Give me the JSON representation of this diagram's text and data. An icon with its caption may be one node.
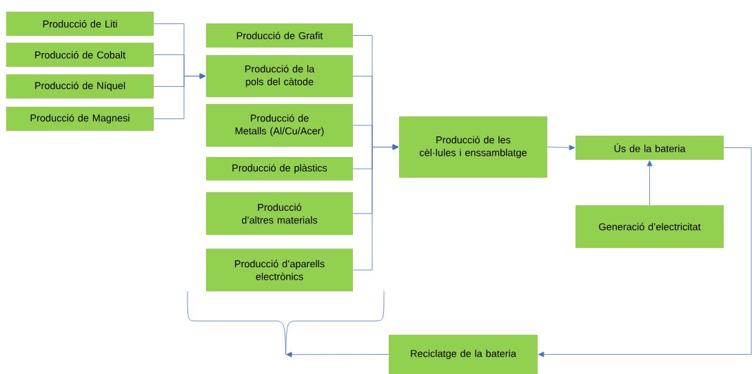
{
  "diagram": {
    "nodes": [
      {
        "text": [
          "Producció de Liti"
        ]
      },
      {
        "text": [
          "Producció de Cobalt"
        ]
      },
      {
        "text": [
          "Producció de Níquel"
        ]
      },
      {
        "text": [
          "Producció de Magnesi"
        ]
      },
      {
        "text": [
          "Producció de Grafit"
        ]
      },
      {
        "text": [
          "Producció de la pols del càtode"
        ]
      },
      {
        "text": [
          "Producció de Metalls (Al/Cu/Acer)"
        ]
      },
      {
        "text": [
          "Producció de plàstics"
        ]
      },
      {
        "text": [
          "Producció d’altres materials"
        ]
      },
      {
        "text": [
          "Producció d’aparells electrònics"
        ]
      },
      {
        "text": [
          "Producció de les cèl·lules i enssamblatge"
        ]
      },
      {
        "text": [
          "Ús de la bateria"
        ]
      },
      {
        "text": [
          "Generació d’electricitat"
        ]
      },
      {
        "text": [
          "Reciclatge de la bateria"
        ]
      },
      {
        "text": [],
        "shape": "brace"
      }
    ],
    "edges": [
      {
        "from": 0,
        "to": 5,
        "arrow": "to"
      },
      {
        "from": 1,
        "to": 5,
        "arrow": "to"
      },
      {
        "from": 2,
        "to": 5,
        "arrow": "to"
      },
      {
        "from": 3,
        "to": 5,
        "arrow": "to"
      },
      {
        "from": 4,
        "to": 10,
        "arrow": "to"
      },
      {
        "from": 5,
        "to": 10,
        "arrow": "to"
      },
      {
        "from": 6,
        "to": 10,
        "arrow": "to"
      },
      {
        "from": 7,
        "to": 10,
        "arrow": "to"
      },
      {
        "from": 8,
        "to": 10,
        "arrow": "to"
      },
      {
        "from": 9,
        "to": 10,
        "arrow": "to"
      },
      {
        "from": 10,
        "to": 11,
        "arrow": "to"
      },
      {
        "from": 12,
        "to": 11,
        "arrow": "to"
      },
      {
        "from": 11,
        "to": 13,
        "arrow": "to"
      },
      {
        "from": 13,
        "to": 14,
        "arrow": "to"
      }
    ]
  }
}
